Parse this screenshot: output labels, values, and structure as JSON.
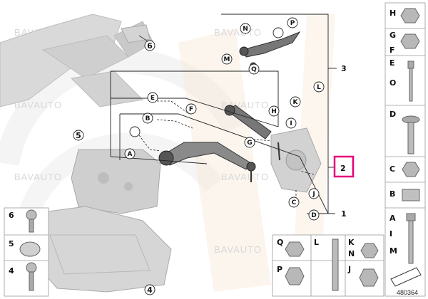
{
  "diagram": {
    "watermark": "BAVAUTO",
    "reference": "480364",
    "highlight_color": "#e4007c",
    "accent_color": "#f0c9a0",
    "callouts": {
      "A": "A",
      "B": "B",
      "C": "C",
      "D": "D",
      "E": "E",
      "F": "F",
      "G": "G",
      "H": "H",
      "I": "I",
      "J": "J",
      "K": "K",
      "L": "L",
      "M": "M",
      "N": "N",
      "P": "P",
      "Q": "Q"
    },
    "item_numbers": {
      "n1": "1",
      "n2": "2",
      "n3": "3",
      "n4": "4",
      "n5": "5",
      "n6": "6"
    },
    "right_column": {
      "H": "H",
      "G": "G",
      "F": "F",
      "E": "E",
      "O": "O",
      "D": "D",
      "C": "C",
      "B": "B",
      "A": "A",
      "I": "I",
      "M": "M"
    },
    "bottom_left": {
      "n6": "6",
      "n5": "5",
      "n4": "4"
    },
    "bottom_mid": {
      "Q": "Q",
      "L": "L",
      "K": "K",
      "N": "N",
      "P": "P",
      "J": "J"
    }
  }
}
